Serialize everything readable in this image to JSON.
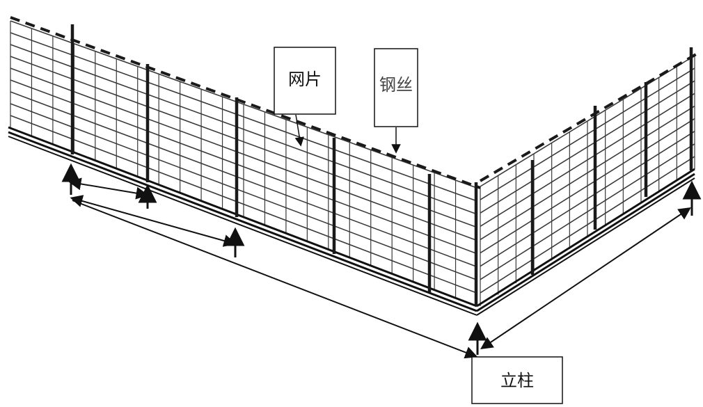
{
  "labels": {
    "mesh_panel": "网片",
    "steel_wire": "钢丝",
    "post": "立柱"
  },
  "colors": {
    "line": "#1a1a1a",
    "mesh": "#3a3a3a",
    "background": "#ffffff"
  }
}
